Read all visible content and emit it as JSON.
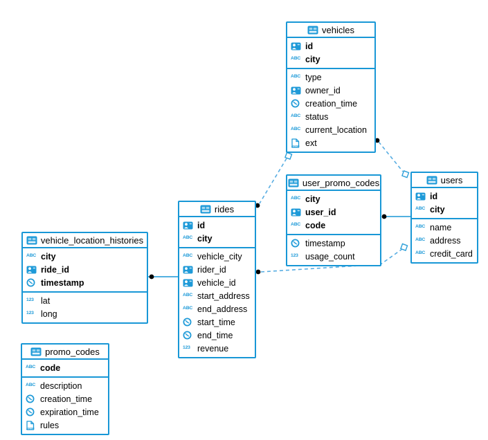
{
  "diagram": {
    "kind": "database-er-diagram",
    "background": "#ffffff",
    "accent": "#1897d6",
    "icon_color": "#1e9ad8",
    "dashed_line_color": "#58ade2",
    "solid_line_color": "#1897d6",
    "dot_color": "#000000"
  },
  "icons": {
    "string_label": "ABC",
    "number_label": "123",
    "json_label": "JSON"
  },
  "tables": [
    {
      "name": "vehicles",
      "primary_key": [
        {
          "name": "id",
          "type": "id"
        },
        {
          "name": "city",
          "type": "string"
        }
      ],
      "columns": [
        {
          "name": "type",
          "type": "string"
        },
        {
          "name": "owner_id",
          "type": "id"
        },
        {
          "name": "creation_time",
          "type": "datetime"
        },
        {
          "name": "status",
          "type": "string"
        },
        {
          "name": "current_location",
          "type": "string"
        },
        {
          "name": "ext",
          "type": "json"
        }
      ]
    },
    {
      "name": "user_promo_codes",
      "primary_key": [
        {
          "name": "city",
          "type": "string"
        },
        {
          "name": "user_id",
          "type": "id"
        },
        {
          "name": "code",
          "type": "string"
        }
      ],
      "columns": [
        {
          "name": "timestamp",
          "type": "datetime"
        },
        {
          "name": "usage_count",
          "type": "number"
        }
      ]
    },
    {
      "name": "users",
      "primary_key": [
        {
          "name": "id",
          "type": "id"
        },
        {
          "name": "city",
          "type": "string"
        }
      ],
      "columns": [
        {
          "name": "name",
          "type": "string"
        },
        {
          "name": "address",
          "type": "string"
        },
        {
          "name": "credit_card",
          "type": "string"
        }
      ]
    },
    {
      "name": "rides",
      "primary_key": [
        {
          "name": "id",
          "type": "id"
        },
        {
          "name": "city",
          "type": "string"
        }
      ],
      "columns": [
        {
          "name": "vehicle_city",
          "type": "string"
        },
        {
          "name": "rider_id",
          "type": "id"
        },
        {
          "name": "vehicle_id",
          "type": "id"
        },
        {
          "name": "start_address",
          "type": "string"
        },
        {
          "name": "end_address",
          "type": "string"
        },
        {
          "name": "start_time",
          "type": "datetime"
        },
        {
          "name": "end_time",
          "type": "datetime"
        },
        {
          "name": "revenue",
          "type": "number"
        }
      ]
    },
    {
      "name": "vehicle_location_histories",
      "primary_key": [
        {
          "name": "city",
          "type": "string"
        },
        {
          "name": "ride_id",
          "type": "id"
        },
        {
          "name": "timestamp",
          "type": "datetime"
        }
      ],
      "columns": [
        {
          "name": "lat",
          "type": "number"
        },
        {
          "name": "long",
          "type": "number"
        }
      ]
    },
    {
      "name": "promo_codes",
      "primary_key": [
        {
          "name": "code",
          "type": "string"
        }
      ],
      "columns": [
        {
          "name": "description",
          "type": "string"
        },
        {
          "name": "creation_time",
          "type": "datetime"
        },
        {
          "name": "expiration_time",
          "type": "datetime"
        },
        {
          "name": "rules",
          "type": "json"
        }
      ]
    }
  ],
  "relations": [
    {
      "dot_end": "rides",
      "diamond_end": "vehicles",
      "style": "dashed"
    },
    {
      "dot_end": "vehicles",
      "diamond_end": "users",
      "style": "dashed"
    },
    {
      "dot_end": "rides",
      "diamond_end": "users",
      "style": "dashed"
    },
    {
      "dot_end": "user_promo_codes",
      "diamond_end": "users",
      "style": "solid"
    },
    {
      "dot_end": "vehicle_location_histories",
      "diamond_end": "rides",
      "style": "solid"
    }
  ]
}
